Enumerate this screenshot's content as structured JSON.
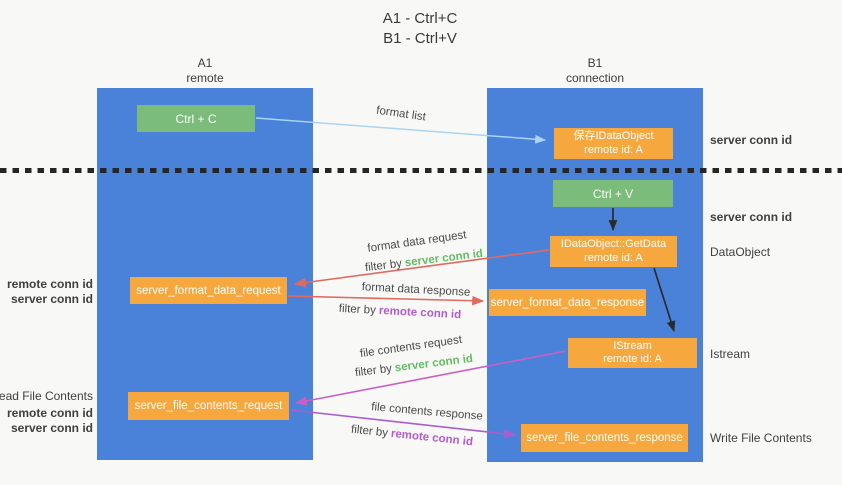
{
  "title": {
    "line1": "A1 - Ctrl+C",
    "line2": "B1 - Ctrl+V"
  },
  "columns": {
    "a1": {
      "name": "A1",
      "subtitle": "remote"
    },
    "b1": {
      "name": "B1",
      "subtitle": "connection"
    }
  },
  "nodes": {
    "ctrl_c": {
      "label": "Ctrl + C"
    },
    "ctrl_v": {
      "label": "Ctrl + V"
    },
    "save_dataobject": {
      "line1": "保存IDataObject",
      "line2": "remote id: A"
    },
    "getdata": {
      "line1": "IDataObject::GetData",
      "line2": "remote id: A"
    },
    "istream": {
      "line1": "IStream",
      "line2": "remote id: A"
    },
    "server_format_data_request": {
      "label": "server_format_data_request"
    },
    "server_format_data_response": {
      "label": "server_format_data_response"
    },
    "server_file_contents_request": {
      "label": "server_file_contents_request"
    },
    "server_file_contents_response": {
      "label": "server_file_contents_response"
    }
  },
  "flow_labels": {
    "format_list": "format list",
    "format_data_request": "format data request",
    "format_data_response": "format data response",
    "file_contents_request": "file contents request",
    "file_contents_response": "file contents response",
    "filter_by": "filter by",
    "server_conn_id": "server conn id",
    "remote_conn_id": "remote conn id"
  },
  "annotations": {
    "right": {
      "server_conn_id_top": "server conn id",
      "server_conn_id_mid": "server conn id",
      "dataobject": "DataObject",
      "istream": "Istream",
      "write_file_contents": "Write File Contents"
    },
    "left": {
      "remote_conn_id_top": "remote conn id",
      "server_conn_id_top": "server conn id",
      "read_file_contents": "Read File Contents",
      "remote_conn_id_bottom": "remote conn id",
      "server_conn_id_bottom": "server conn id"
    }
  },
  "colors": {
    "bg": "#f8f8f7",
    "column_blue": "#4a82d9",
    "box_green": "#7cbc7a",
    "box_orange": "#f6a83e",
    "conn_green": "#63bd63",
    "conn_purple": "#b35cce",
    "divider_dark": "#262626",
    "arrow_light_blue": "#a8d4f2",
    "arrow_black": "#2a2a2a",
    "arrow_red": "#e2695f",
    "arrow_magenta": "#cb5ec4",
    "arrow_purple": "#aa5ecb"
  }
}
